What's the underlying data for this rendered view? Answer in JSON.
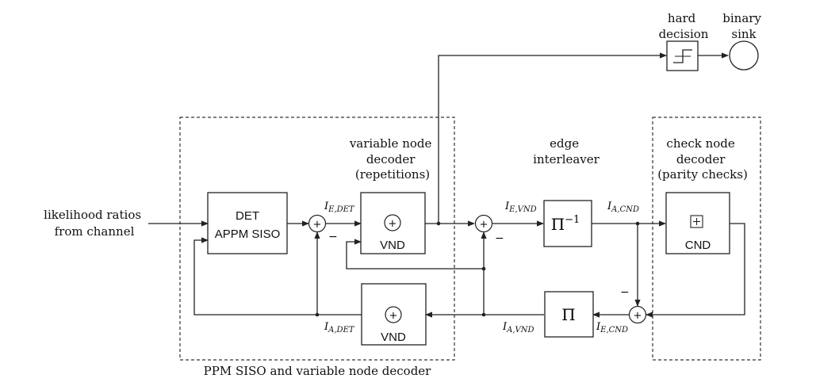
{
  "input_label": [
    "likelihood ratios",
    "from channel"
  ],
  "det_block": {
    "line1": "DET",
    "line2": "APPM SISO"
  },
  "vnd_top": {
    "title": [
      "variable node",
      "decoder",
      "(repetitions)"
    ],
    "label": "VND"
  },
  "vnd_bottom": {
    "label": "VND"
  },
  "interleaver": {
    "title": [
      "edge",
      "interleaver"
    ],
    "inverse_symbol": "Π",
    "inverse_exp": "−1",
    "forward_symbol": "Π"
  },
  "cnd": {
    "title": [
      "check node",
      "decoder",
      "(parity checks)"
    ],
    "label": "CND"
  },
  "hard_decision": [
    "hard",
    "decision"
  ],
  "binary_sink": [
    "binary",
    "sink"
  ],
  "group_label": "PPM SISO and variable node decoder",
  "signals": {
    "i_e_det": {
      "main": "I",
      "sub": "E,DET"
    },
    "i_a_det": {
      "main": "I",
      "sub": "A,DET"
    },
    "i_e_vnd": {
      "main": "I",
      "sub": "E,VND"
    },
    "i_a_vnd": {
      "main": "I",
      "sub": "A,VND"
    },
    "i_a_cnd": {
      "main": "I",
      "sub": "A,CND"
    },
    "i_e_cnd": {
      "main": "I",
      "sub": "E,CND"
    }
  },
  "minus_sign": "−",
  "plus_sign": "+"
}
